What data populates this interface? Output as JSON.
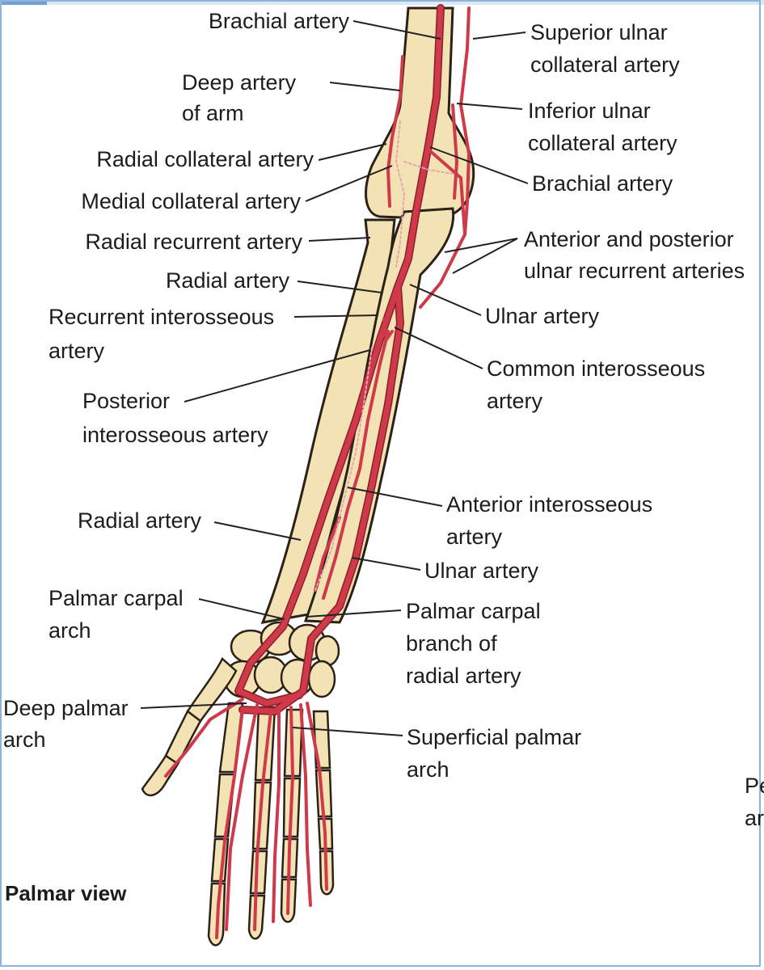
{
  "labels": {
    "brachial_artery_top": "Brachial artery",
    "deep_artery_of_arm_1": "Deep artery",
    "deep_artery_of_arm_2": "of arm",
    "radial_collateral_artery": "Radial collateral artery",
    "medial_collateral_artery": "Medial collateral artery",
    "radial_recurrent_artery": "Radial recurrent artery",
    "radial_artery_upper": "Radial artery",
    "recurrent_interosseous_1": "Recurrent interosseous",
    "recurrent_interosseous_2": "artery",
    "posterior_interosseous_1": "Posterior",
    "posterior_interosseous_2": "interosseous artery",
    "radial_artery_lower": "Radial artery",
    "palmar_carpal_arch_1": "Palmar carpal",
    "palmar_carpal_arch_2": "arch",
    "deep_palmar_arch_1": "Deep palmar",
    "deep_palmar_arch_2": "arch",
    "palmar_view": "Palmar view",
    "superior_ulnar_collateral_1": "Superior ulnar",
    "superior_ulnar_collateral_2": "collateral artery",
    "inferior_ulnar_collateral_1": "Inferior ulnar",
    "inferior_ulnar_collateral_2": "collateral artery",
    "brachial_artery_right": "Brachial artery",
    "ulnar_recurrent_1": "Anterior and posterior",
    "ulnar_recurrent_2": "ulnar recurrent arteries",
    "ulnar_artery_upper": "Ulnar artery",
    "common_interosseous_1": "Common interosseous",
    "common_interosseous_2": "artery",
    "anterior_interosseous_1": "Anterior interosseous",
    "anterior_interosseous_2": "artery",
    "ulnar_artery_lower": "Ulnar artery",
    "palmar_carpal_branch_1": "Palmar carpal",
    "palmar_carpal_branch_2": "branch of",
    "palmar_carpal_branch_3": "radial artery",
    "superficial_palmar_arch_1": "Superficial palmar",
    "superficial_palmar_arch_2": "arch",
    "cutoff_1": "Pe",
    "cutoff_2": "ar"
  },
  "colors": {
    "bone_fill": "#f3e2b4",
    "bone_stroke": "#2b2116",
    "artery": "#cf3a4a",
    "artery_stroke": "#8a1f2b",
    "leader": "#222222",
    "frame": "#8fb3d9"
  }
}
